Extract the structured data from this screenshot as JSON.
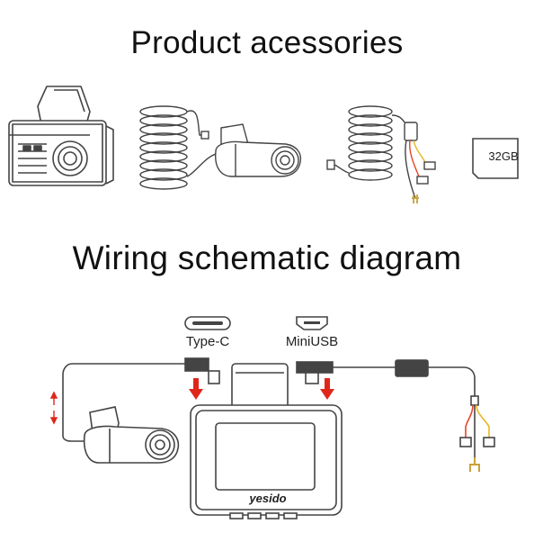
{
  "sections": {
    "accessories_title": "Product acessories",
    "wiring_title": "Wiring schematic diagram"
  },
  "accessories": {
    "sd_card_label": "32GB"
  },
  "wiring": {
    "port_type_c_label": "Type-C",
    "port_mini_usb_label": "MiniUSB",
    "brand_logo_text": "yesido"
  },
  "colors": {
    "line": "#444444",
    "arrow_red": "#e0261b",
    "wire_red": "#e8422a",
    "wire_yellow": "#e9b51c",
    "fuse_gold": "#c9a13b"
  }
}
